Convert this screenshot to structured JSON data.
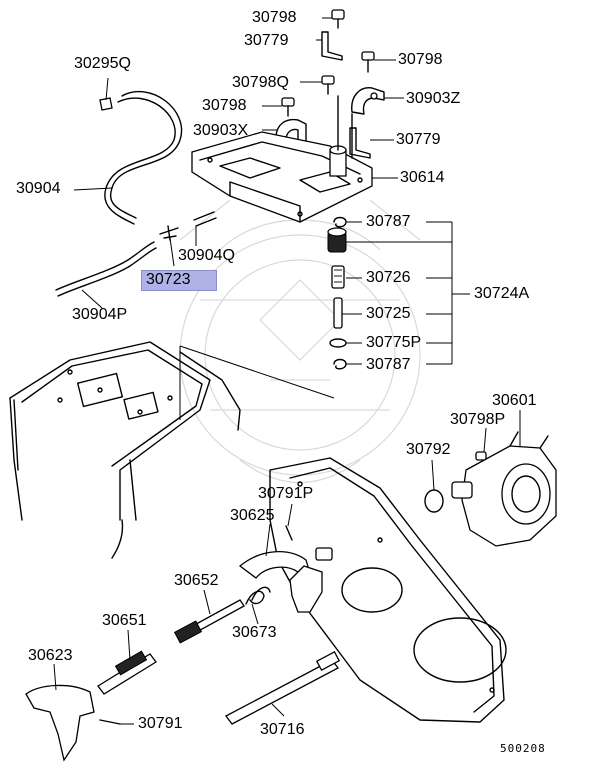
{
  "labels": {
    "p30798_top": "30798",
    "p30779_top": "30779",
    "p30295Q": "30295Q",
    "p30798_right": "30798",
    "p30798Q": "30798Q",
    "p30903Z": "30903Z",
    "p30798_mid": "30798",
    "p30903X": "30903X",
    "p30779_mid": "30779",
    "p30904": "30904",
    "p30614": "30614",
    "p30787_a": "30787",
    "p30904Q": "30904Q",
    "p30723": "30723",
    "p30726": "30726",
    "p30724A": "30724A",
    "p30904P": "30904P",
    "p30725": "30725",
    "p30775P": "30775P",
    "p30787_b": "30787",
    "p30601": "30601",
    "p30798P": "30798P",
    "p30792": "30792",
    "p30791P": "30791P",
    "p30625": "30625",
    "p30652": "30652",
    "p30673": "30673",
    "p30651": "30651",
    "p30623": "30623",
    "p30791": "30791",
    "p30716": "30716"
  },
  "highlighted_part": "30723",
  "diagram_code": "500208",
  "colors": {
    "highlight": "#aeb2e6",
    "line": "#000000",
    "watermark": "#d9d9d9"
  }
}
